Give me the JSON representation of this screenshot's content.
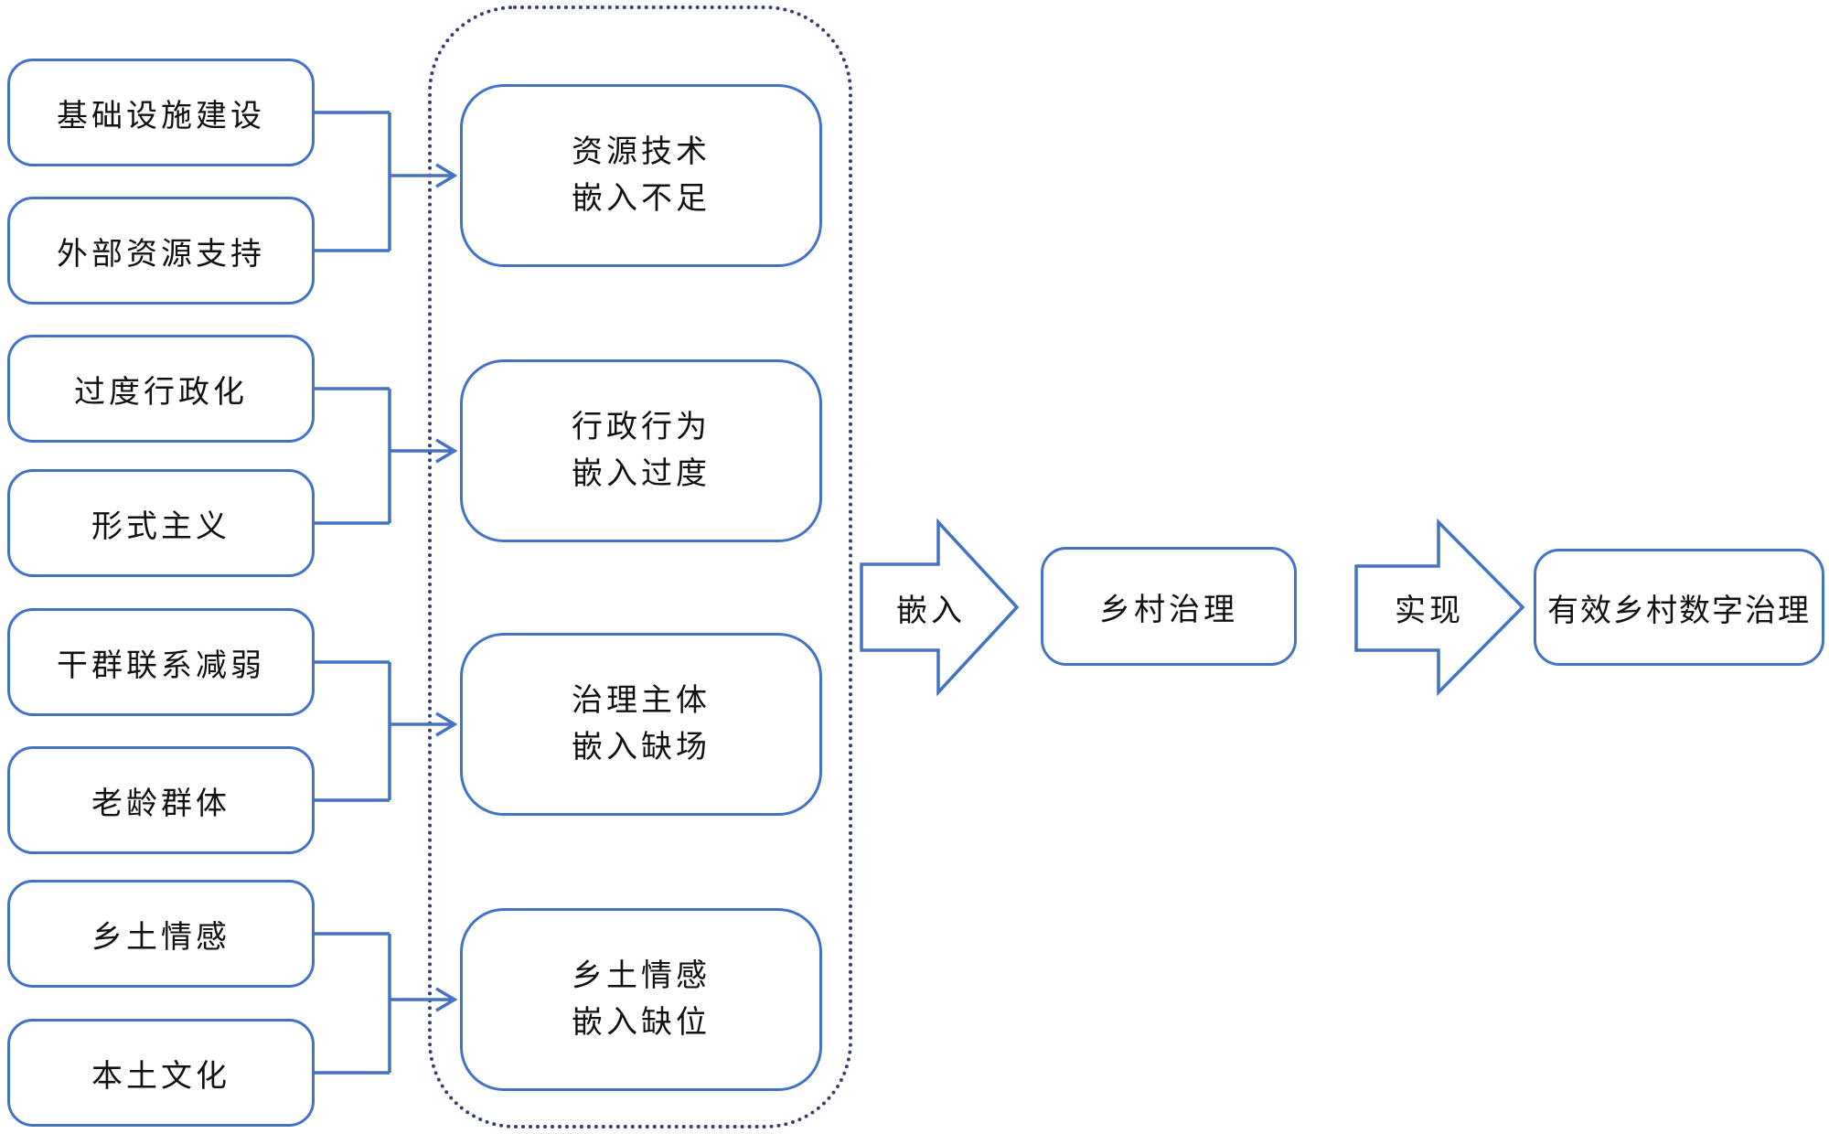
{
  "colors": {
    "accent_blue": "#4472C4",
    "dotted_navy": "#333F6B",
    "text": "#111111",
    "background": "#ffffff"
  },
  "left_boxes": [
    {
      "label": "基础设施建设"
    },
    {
      "label": "外部资源支持"
    },
    {
      "label": "过度行政化"
    },
    {
      "label": "形式主义"
    },
    {
      "label": "干群联系减弱"
    },
    {
      "label": "老龄群体"
    },
    {
      "label": "乡土情感"
    },
    {
      "label": "本土文化"
    }
  ],
  "problem_boxes": [
    {
      "line1": "资源技术",
      "line2": "嵌入不足"
    },
    {
      "line1": "行政行为",
      "line2": "嵌入过度"
    },
    {
      "line1": "治理主体",
      "line2": "嵌入缺场"
    },
    {
      "line1": "乡土情感",
      "line2": "嵌入缺位"
    }
  ],
  "flow": {
    "embed_arrow_label": "嵌入",
    "governance_box_label": "乡村治理",
    "realize_arrow_label": "实现",
    "result_box_label": "有效乡村数字治理"
  }
}
